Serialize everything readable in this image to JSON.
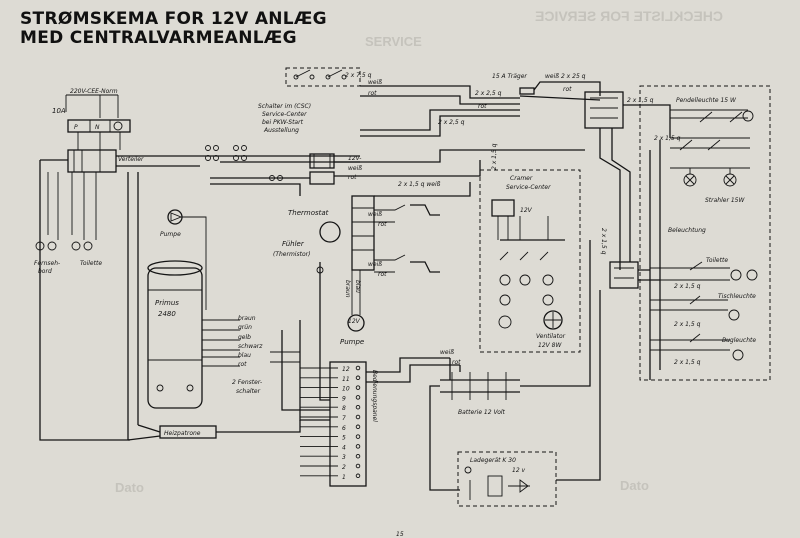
{
  "title": {
    "line1": "STRØMSKEMA FOR 12V ANLÆG",
    "line2": "MED CENTRALVARMEANLÆG"
  },
  "labels": {
    "mains": "220V-CEE-Norm",
    "fuse_10a": "10A",
    "plug_p": "P",
    "plug_n": "N",
    "fernseh": "Fernseh-",
    "fernseh2": "bord",
    "toilette_left": "Toilette",
    "verteiler": "Verteiler",
    "pumpe_top": "Pumpe",
    "primus": "Primus",
    "primus_model": "2480",
    "heizpatrone": "Heizpatrone",
    "fenster1": "2 Fenster-",
    "fenster2": "schalter",
    "switch_note1": "Schalter im (CSC)",
    "switch_note2": "Service-Center",
    "switch_note3": "bei PKW-Start",
    "switch_note4": "Ausstellung",
    "cable_2x75": "2 x 7,5 q",
    "weiss": "weiß",
    "rot": "rot",
    "cable_2x25_a": "2 x 2,5 q",
    "cable_2x25_b": "2 x 2,5 q",
    "fuse_15a": "15 A Träger",
    "cable_weiss_2x25": "weiß 2 x 25 q",
    "v12_weiss": "12V-",
    "thermostat": "Thermostat",
    "fuehler": "Fühler",
    "thermistor": "(Thermistor)",
    "cable_2x15_weiss": "2 x 1,5 q  weiß",
    "pumpe_bottom": "Pumpe",
    "pump_v": "12V",
    "braun": "braun",
    "gruen": "grün",
    "gelb": "gelb",
    "schwarz": "schwarz",
    "blau": "blau",
    "cramer1": "Cramer",
    "cramer2": "Service-Center",
    "cramer_v": "12V",
    "ventilator1": "Ventilator",
    "ventilator2": "12V  8W",
    "batterie": "Batterie 12 Volt",
    "ladegeraet": "Ladegerät K 30",
    "ladegeraet_v": "12 v",
    "bedienungspanel": "Bedienungspanel",
    "panel_nums": [
      "12",
      "11",
      "10",
      "9",
      "8",
      "7",
      "6",
      "5",
      "4",
      "3",
      "2",
      "1"
    ],
    "pendelleuchte": "Pendelleuchte 15 W",
    "strahler": "Strahler 15W",
    "beleuchtung": "Beleuchtung",
    "toilette_right": "Toilette",
    "tischleuchte": "Tischleuchte",
    "bugleuchte": "Bugleuchte",
    "cable_2x15": "2 x 1,5 q",
    "cable_2x15_b": "2 x 1,5 q",
    "cable_2x15_c": "2 x 1,5 q",
    "cable_2x15_d": "2 x 1,5 q",
    "cable_2x15_e": "2 x 1,5 q",
    "cable_2x15_v": "2 x 1,5 q",
    "cable_2x15_vert": "2 x 1,5 q",
    "page_number": "15"
  },
  "ghost": {
    "checkliste": "CHECKLISTE FOR SERVICE",
    "service": "SERVICE",
    "dato_left": "Dato",
    "dato_right": "Dato"
  },
  "colors": {
    "ink": "#151515",
    "paper": "#dddbd4",
    "ghost": "#c5c3bc"
  }
}
